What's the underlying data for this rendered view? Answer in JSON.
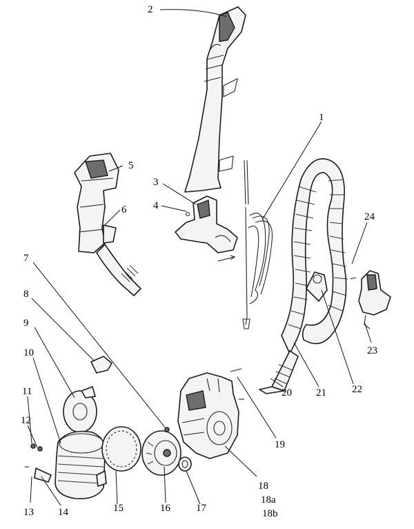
{
  "callouts": {
    "c1": "1",
    "c2": "2",
    "c3": "3",
    "c4": "4",
    "c5": "5",
    "c6": "6",
    "c7": "7",
    "c8": "8",
    "c9": "9",
    "c10": "10",
    "c11": "11",
    "c12": "12",
    "c13": "13",
    "c14": "14",
    "c15": "15",
    "c16": "16",
    "c17": "17",
    "c18": "18",
    "c18a": "18a",
    "c18b": "18b",
    "c19": "19",
    "c20": "20",
    "c21": "21",
    "c22": "22",
    "c23": "23",
    "c24": "24"
  }
}
